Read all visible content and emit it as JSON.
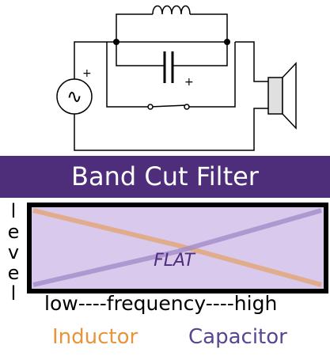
{
  "circuit": {
    "polarity_marks": [
      "+",
      "+"
    ],
    "source_symbol": "∿",
    "components": {
      "inductor": "inductor-coil",
      "capacitor": "capacitor",
      "switch": "switch",
      "speaker": "speaker",
      "source": "ac-source"
    }
  },
  "banner": {
    "title": "Band Cut Filter",
    "color": "#4e2d7a"
  },
  "graph": {
    "y_label_letters": [
      "l",
      "e",
      "v",
      "e",
      "l"
    ],
    "center_label": "FLAT",
    "x_label": "low----frequency----high",
    "fill_color": "#d9c9ec",
    "inductor_color": "#e8943c",
    "capacitor_color": "#a28cc9"
  },
  "legend": {
    "inductor": "Inductor",
    "capacitor": "Capacitor",
    "inductor_color": "#e8943c",
    "capacitor_color": "#5a4590"
  }
}
